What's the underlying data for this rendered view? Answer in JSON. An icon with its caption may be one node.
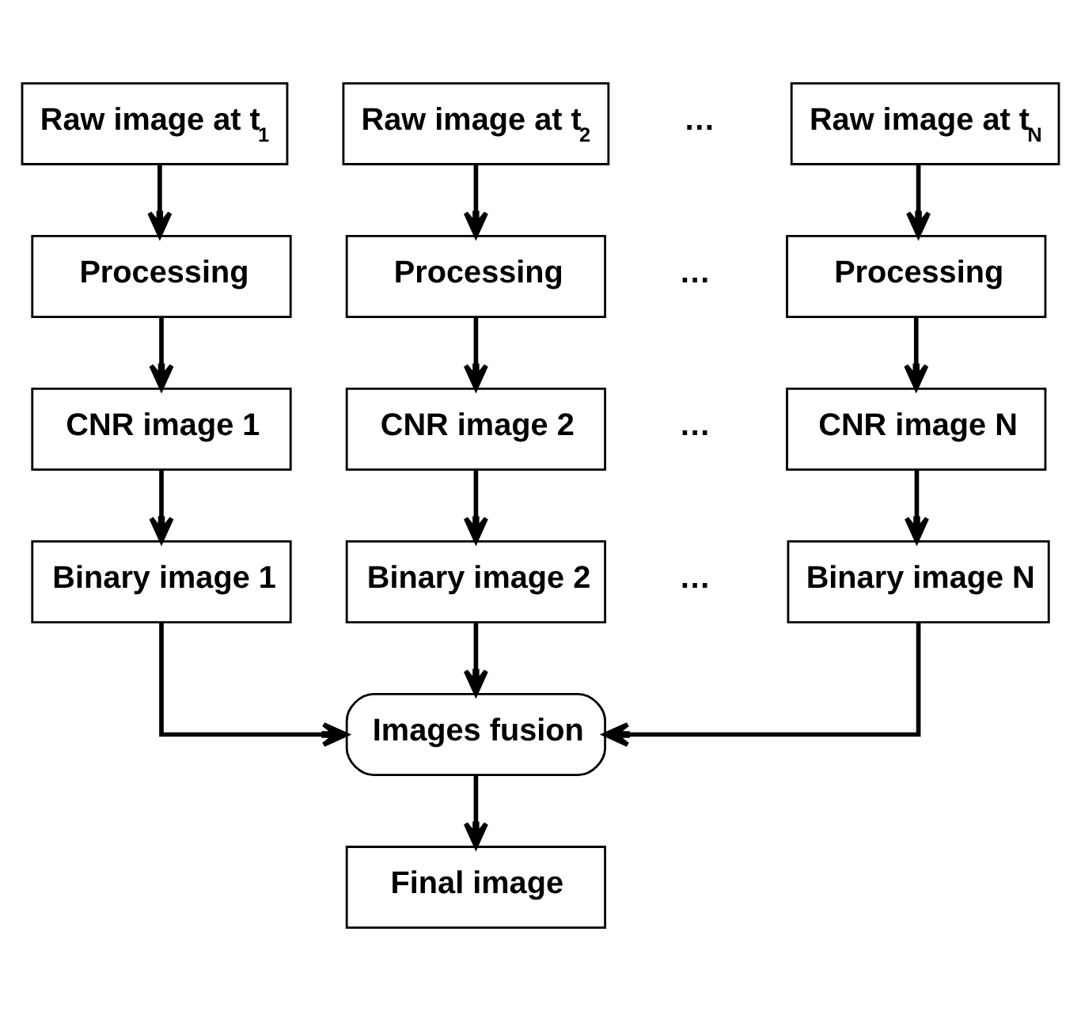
{
  "diagram": {
    "nodes": [
      {
        "text": [
          "Raw image at t$_{1}$"
        ]
      },
      {
        "text": [
          "Raw image at t$_{2}$"
        ]
      },
      {
        "text": [
          "Raw image at t$_{N}$"
        ]
      },
      {
        "text": [
          "Processing"
        ]
      },
      {
        "text": [
          "Processing"
        ]
      },
      {
        "text": [
          "Processing"
        ]
      },
      {
        "text": [
          "CNR image 1"
        ]
      },
      {
        "text": [
          "CNR image 2"
        ]
      },
      {
        "text": [
          "CNR image N"
        ]
      },
      {
        "text": [
          "Binary image 1"
        ]
      },
      {
        "text": [
          "Binary image 2"
        ]
      },
      {
        "text": [
          "Binary image N"
        ]
      },
      {
        "text": [
          "Images fusion"
        ]
      },
      {
        "text": [
          "Final image"
        ]
      }
    ],
    "edges": [
      {
        "from": 0,
        "to": 3,
        "arrow": "to"
      },
      {
        "from": 1,
        "to": 4,
        "arrow": "to"
      },
      {
        "from": 2,
        "to": 5,
        "arrow": "to"
      },
      {
        "from": 3,
        "to": 6,
        "arrow": "to"
      },
      {
        "from": 4,
        "to": 7,
        "arrow": "to"
      },
      {
        "from": 5,
        "to": 8,
        "arrow": "to"
      },
      {
        "from": 6,
        "to": 9,
        "arrow": "to"
      },
      {
        "from": 7,
        "to": 10,
        "arrow": "to"
      },
      {
        "from": 8,
        "to": 11,
        "arrow": "to"
      },
      {
        "from": 9,
        "to": 12,
        "arrow": "to"
      },
      {
        "from": 10,
        "to": 12,
        "arrow": "to"
      },
      {
        "from": 11,
        "to": 12,
        "arrow": "to"
      },
      {
        "from": 12,
        "to": 13,
        "arrow": "to"
      }
    ],
    "labels": [
      "…",
      "…",
      "…",
      "…"
    ]
  }
}
